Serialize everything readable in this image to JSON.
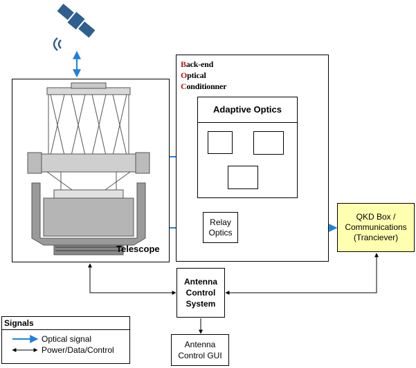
{
  "telescope": {
    "label": "Telescope"
  },
  "boc": {
    "lines": [
      {
        "first": "B",
        "rest": "ack-end"
      },
      {
        "first": "O",
        "rest": "ptical"
      },
      {
        "first": "C",
        "rest": "onditionner"
      }
    ]
  },
  "adaptive_optics": {
    "title": "Adaptive Optics"
  },
  "relay_optics": {
    "line1": "Relay",
    "line2": "Optics"
  },
  "qkd_box": {
    "line1": "QKD Box /",
    "line2": "Communications",
    "line3": "(Tranciever)"
  },
  "antenna_control_system": {
    "line1": "Antenna",
    "line2": "Control",
    "line3": "System"
  },
  "antenna_control_gui": {
    "line1": "Antenna",
    "line2": "Control GUI"
  },
  "legend": {
    "title": "Signals",
    "optical": "Optical signal",
    "power": "Power/Data/Control"
  },
  "colors": {
    "optical": "#1f7fe0",
    "control": "#000000",
    "qkd_fill": "#ffffb0",
    "satellite": "#2f5f8f",
    "boc_initial": "#b01818"
  }
}
